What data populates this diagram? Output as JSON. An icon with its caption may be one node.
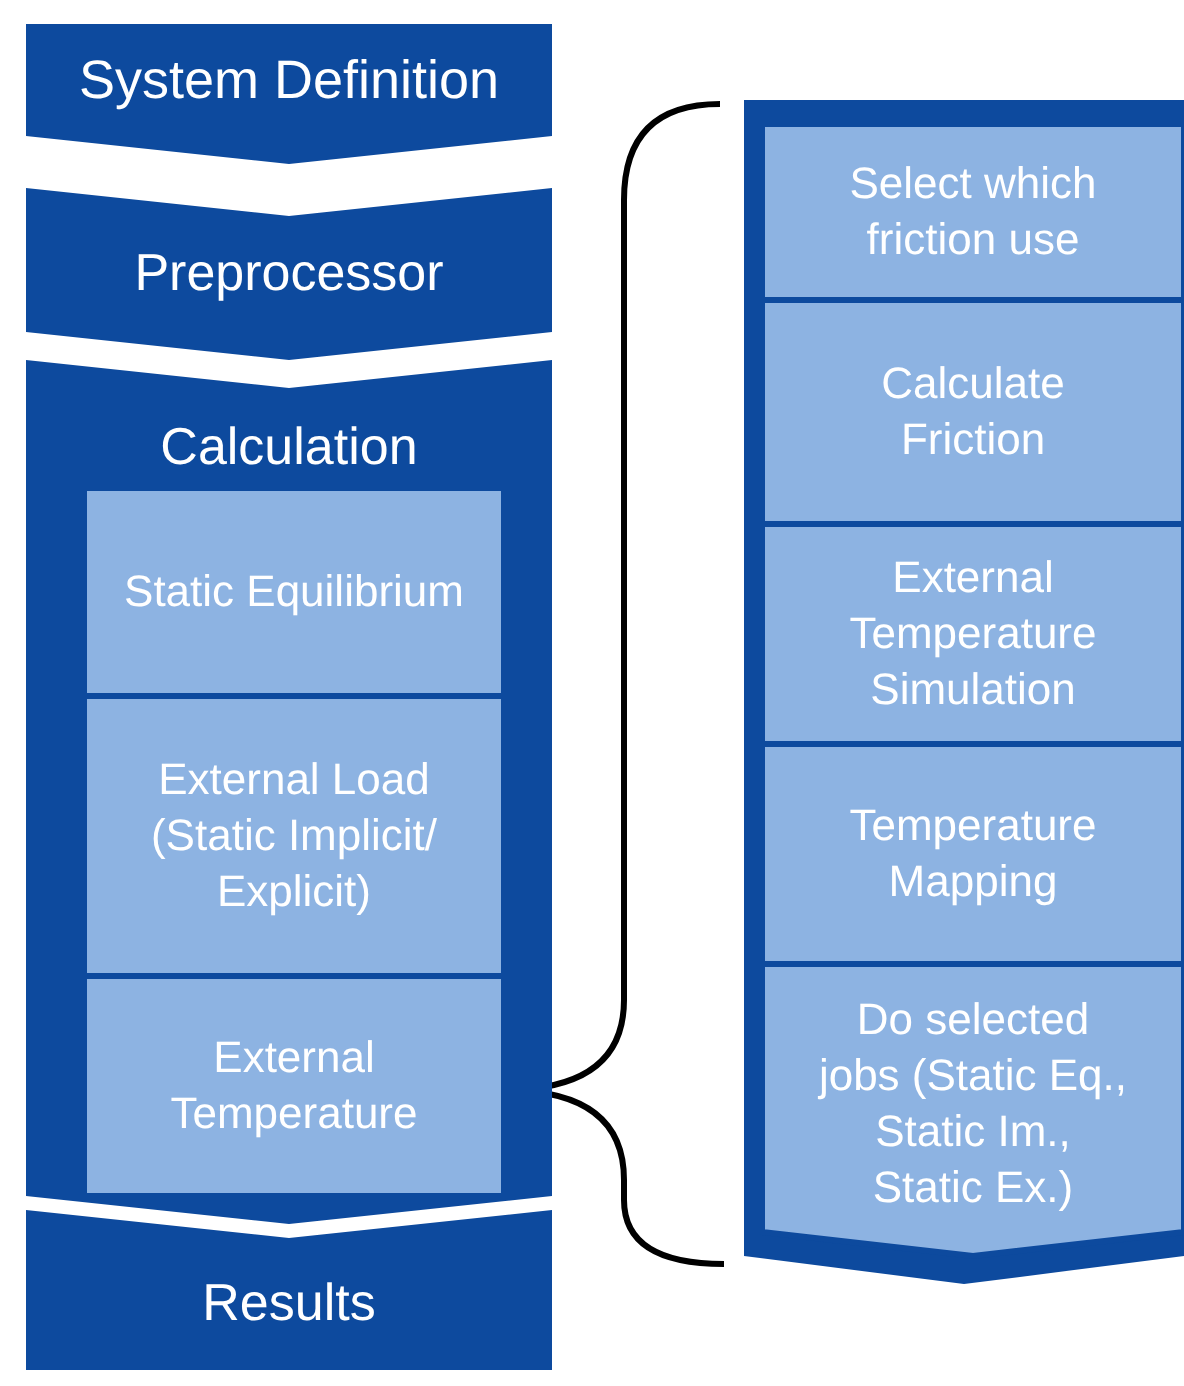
{
  "diagram": {
    "nodes": [
      {
        "text": [
          "System Definition"
        ]
      },
      {
        "text": [
          "Preprocessor"
        ]
      },
      {
        "text": [
          "Calculation"
        ]
      },
      {
        "text": [
          "Static Equilibrium"
        ],
        "in": 2
      },
      {
        "text": [
          "External Load (Static Implicit/ Explicit)"
        ],
        "in": 2
      },
      {
        "text": [
          "External Temperature"
        ],
        "in": 2
      },
      {
        "text": [
          "Results"
        ]
      },
      {
        "text": [],
        "shape": "box"
      },
      {
        "text": [
          "Select which friction use"
        ],
        "in": 7
      },
      {
        "text": [
          "Calculate Friction"
        ],
        "in": 7
      },
      {
        "text": [
          "External Temperature Simulation"
        ],
        "in": 7
      },
      {
        "text": [
          "Temperature Mapping"
        ],
        "in": 7
      },
      {
        "text": [
          "Do selected jobs (Static Eq., Static Im., Static Ex.)"
        ],
        "in": 7
      }
    ]
  }
}
